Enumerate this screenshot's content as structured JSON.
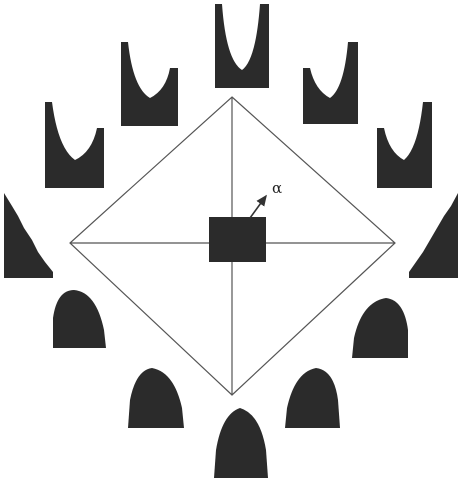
{
  "diagram": {
    "center_label": "α",
    "colors": {
      "ink": "#2b2b2b",
      "line": "#555555",
      "background": "#ffffff"
    },
    "objects": [
      {
        "name": "center-block",
        "shape": "rectangle"
      },
      {
        "name": "u-profile-top",
        "shape": "u-profile"
      },
      {
        "name": "u-profile-upper-left",
        "shape": "u-profile"
      },
      {
        "name": "u-profile-upper-right",
        "shape": "u-profile"
      },
      {
        "name": "u-profile-mid-left",
        "shape": "u-profile"
      },
      {
        "name": "u-profile-mid-right",
        "shape": "u-profile"
      },
      {
        "name": "wedge-profile-left",
        "shape": "stepped-wedge"
      },
      {
        "name": "wedge-profile-right",
        "shape": "stepped-wedge"
      },
      {
        "name": "dome-profile-lower-left",
        "shape": "dome"
      },
      {
        "name": "dome-profile-lower-right",
        "shape": "dome"
      },
      {
        "name": "dome-profile-bottom-left",
        "shape": "dome"
      },
      {
        "name": "dome-profile-bottom-right",
        "shape": "dome"
      },
      {
        "name": "dome-profile-bottom",
        "shape": "dome"
      }
    ]
  }
}
